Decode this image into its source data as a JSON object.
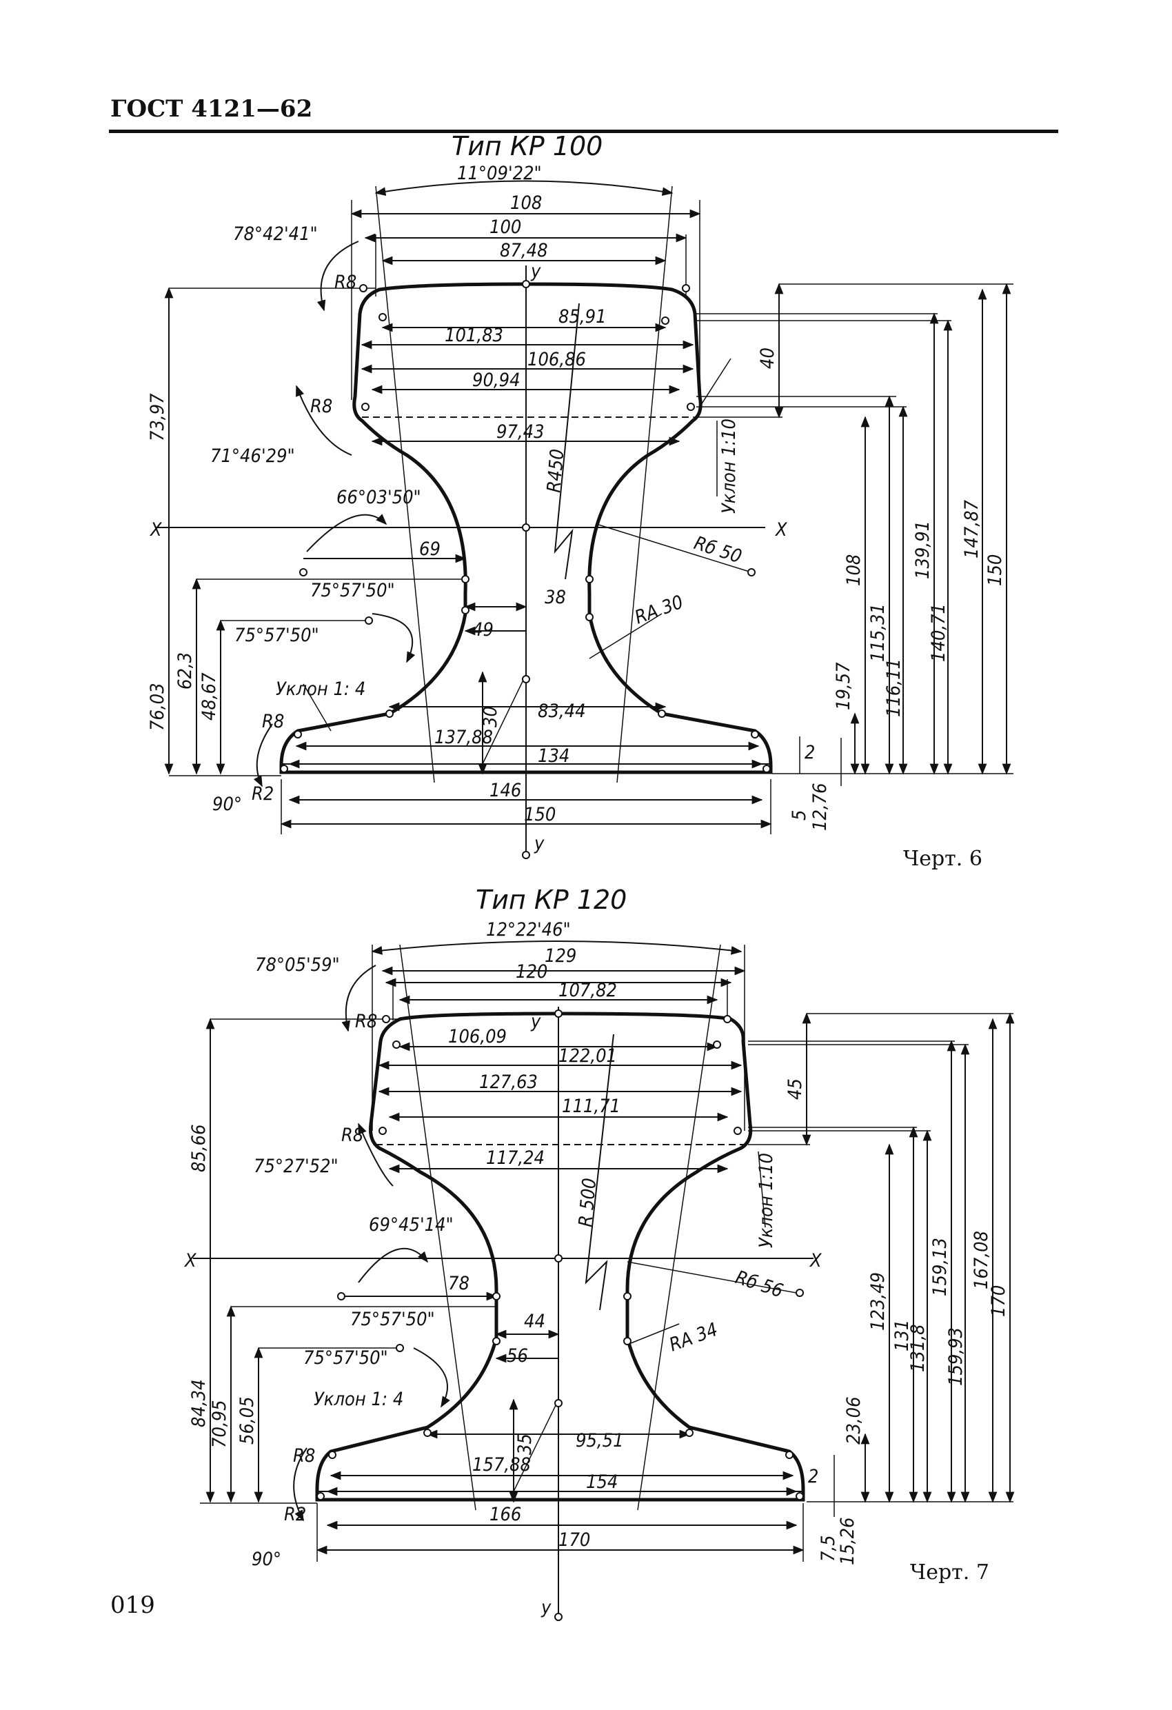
{
  "header": {
    "doc_id": "ГОСТ 4121—62"
  },
  "page_number": "019",
  "drawing1": {
    "title": "Тип КР 100",
    "caption": "Черт. 6",
    "angles": [
      "11°09'22\"",
      "78°42'41\"",
      "71°46'29\"",
      "66°03'50\"",
      "75°57'50\"",
      "75°57'50\"",
      "90°"
    ],
    "radii": [
      "R8",
      "R8",
      "R8",
      "R2",
      "R450",
      "Rб 50",
      "RA 30"
    ],
    "slopes": [
      "Уклон 1:10",
      "Уклон 1: 4"
    ],
    "dims_top": [
      "108",
      "100",
      "87,48",
      "85,91",
      "101,83",
      "106,86",
      "90,94",
      "97,43"
    ],
    "dims_mid": [
      "69",
      "38",
      "49",
      "30",
      "83,44",
      "137,88",
      "134",
      "146",
      "150"
    ],
    "dims_left": [
      "73,97",
      "76,03",
      "62,3",
      "48,67"
    ],
    "dims_right": [
      "40",
      "108",
      "115,31",
      "116,11",
      "139,91",
      "140,71",
      "147,87",
      "150",
      "19,57",
      "2",
      "5",
      "12,76"
    ],
    "axis": {
      "x": "X",
      "y": "y"
    }
  },
  "drawing2": {
    "title": "Тип КР 120",
    "caption": "Черт. 7",
    "angles": [
      "12°22'46\"",
      "78°05'59\"",
      "75°27'52\"",
      "69°45'14\"",
      "75°57'50\"",
      "75°57'50\"",
      "90°"
    ],
    "radii": [
      "R8",
      "R8",
      "R8",
      "R2",
      "R 500",
      "Rб 56",
      "RA 34"
    ],
    "slopes": [
      "Уклон 1:10",
      "Уклон 1: 4"
    ],
    "dims_top": [
      "129",
      "120",
      "107,82",
      "106,09",
      "122,01",
      "127,63",
      "111,71",
      "117,24"
    ],
    "dims_mid": [
      "78",
      "44",
      "56",
      "35",
      "95,51",
      "157,88",
      "154",
      "166",
      "170"
    ],
    "dims_left": [
      "85,66",
      "84,34",
      "70,95",
      "56,05"
    ],
    "dims_right": [
      "45",
      "123,49",
      "131",
      "131,8",
      "159,13",
      "159,93",
      "167,08",
      "170",
      "23,06",
      "2",
      "7,5",
      "15,26"
    ],
    "axis": {
      "x": "X",
      "y": "y"
    }
  }
}
